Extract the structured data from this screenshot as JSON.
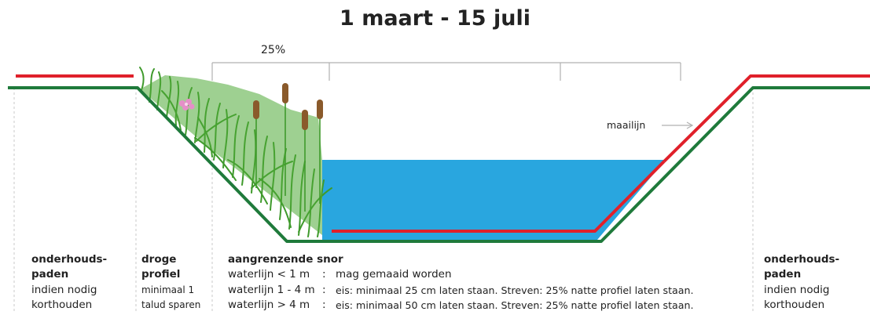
{
  "title": "1 maart - 15 juli",
  "bracket_label": "25%",
  "mowing_line_label": "maailijn",
  "left_paths": {
    "heading_1": "onderhouds-",
    "heading_2": "paden",
    "line_1": "indien nodig",
    "line_2": "korthouden"
  },
  "dry_profile": {
    "heading_1": "droge",
    "heading_2": "profiel",
    "line_1": "minimaal 1",
    "line_2": "talud sparen"
  },
  "adjacent_strip": {
    "heading": "aangrenzende snor",
    "rows": [
      {
        "condition": "waterlijn < 1 m",
        "sep": ":",
        "rule": "mag gemaaid worden"
      },
      {
        "condition": "waterlijn 1 - 4 m",
        "sep": ":",
        "rule": "eis: minimaal 25 cm laten staan. Streven: 25% natte profiel laten staan."
      },
      {
        "condition": "waterlijn > 4 m",
        "sep": ":",
        "rule": "eis: minimaal 50 cm laten staan. Streven: 25% natte profiel laten staan."
      }
    ]
  },
  "right_paths": {
    "heading_1": "onderhouds-",
    "heading_2": "paden",
    "line_1": "indien nodig",
    "line_2": "korthouden"
  },
  "colors": {
    "water": "#29a6df",
    "ground_line": "#1f7a3b",
    "mow_line": "#e0202a",
    "reed": "#3f9a2c",
    "cattail": "#8a5a2b",
    "flower": "#e58fc8"
  }
}
